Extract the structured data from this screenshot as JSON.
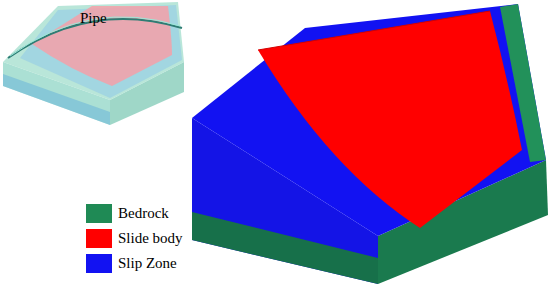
{
  "diagram": {
    "labels": [
      "Pipe"
    ],
    "legend": [
      {
        "text": "Bedrock",
        "color": "#1f8a55"
      },
      {
        "text": "Slide body",
        "color": "#ff0000"
      },
      {
        "text": "Slip Zone",
        "color": "#1212f2"
      }
    ]
  }
}
